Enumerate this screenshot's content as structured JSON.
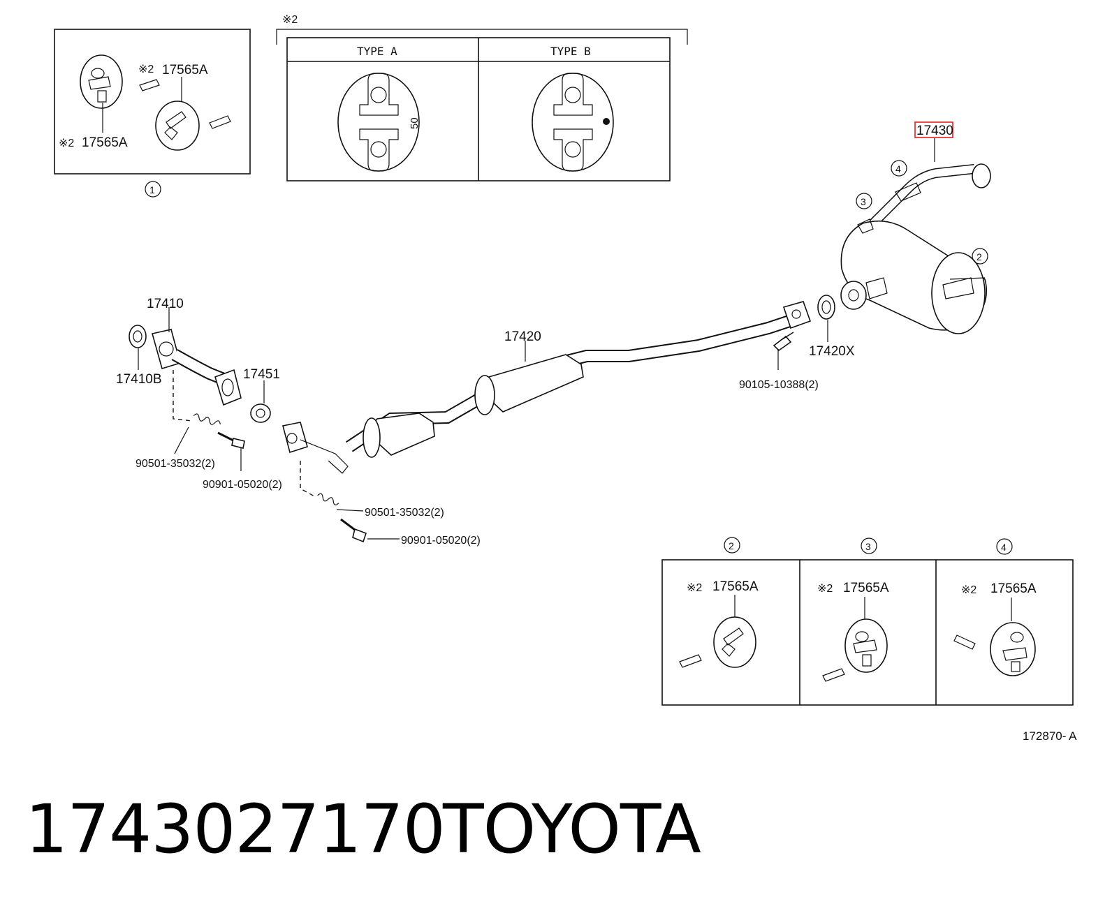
{
  "title": {
    "part_number": "1743027170",
    "brand": "TOYOTA"
  },
  "diagram_id": "172870- A",
  "note_symbol": "※2",
  "types": {
    "type_a": "TYPE A",
    "type_b": "TYPE B",
    "type_a_mark": "50"
  },
  "circle_refs": [
    "①",
    "②",
    "③",
    "④"
  ],
  "callouts": {
    "muffler": "17430",
    "exhaust_manifold_pipe": "17410",
    "gasket_front": "17410B",
    "gasket_17451": "17451",
    "center_pipe": "17420",
    "gasket_rear": "17420X",
    "bolt_rear": "90105-10388(2)",
    "spring_upper": "90501-35032(2)",
    "bolt_upper": "90901-05020(2)",
    "spring_lower": "90501-35032(2)",
    "bolt_lower": "90901-05020(2)",
    "hanger": "17565A"
  },
  "highlight_color": "#e0201c"
}
